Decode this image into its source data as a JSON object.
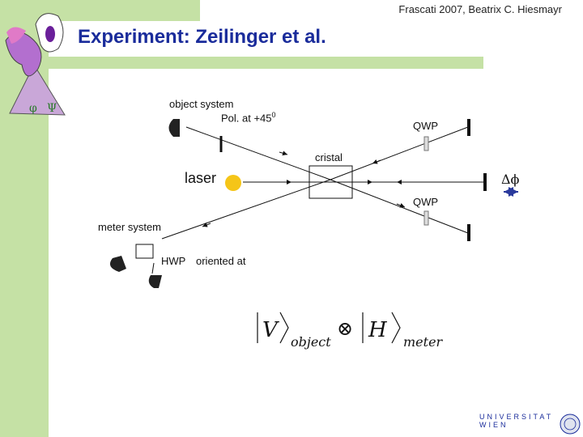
{
  "header": {
    "author": "Frascati 2007, Beatrix C. Hiesmayr",
    "title": "Experiment: Zeilinger et al."
  },
  "diagram": {
    "labels": {
      "object_system": "object system",
      "pol": "Pol. at +45",
      "pol_sup": "0",
      "qwp_top": "QWP",
      "cristal": "cristal",
      "laser": "laser",
      "delta_phi": "Δϕ",
      "qwp_bottom": "QWP",
      "meter_system": "meter system",
      "hwp": "HWP",
      "oriented": "oriented at"
    }
  },
  "formula": {
    "v": "V",
    "object": "object",
    "otimes": "⊗",
    "h": "H",
    "meter": "meter"
  },
  "footer": {
    "university": "UNIVERSITAT WIEN"
  },
  "colors": {
    "sidebar": "#c5e1a5",
    "title": "#1a2c9b",
    "laser": "#f5c518",
    "arrow": "#2a3a9c"
  }
}
